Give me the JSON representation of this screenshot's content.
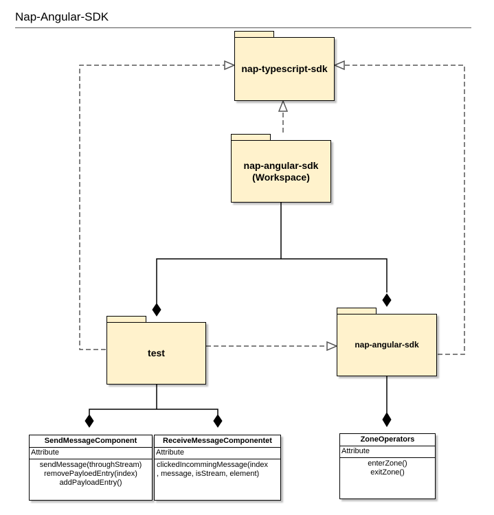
{
  "title": "Nap-Angular-SDK",
  "packages": {
    "typescript_sdk": {
      "label": "nap-typescript-sdk"
    },
    "angular_workspace": {
      "label": "nap-angular-sdk\n(Workspace)"
    },
    "test": {
      "label": "test"
    },
    "angular_sdk": {
      "label": "nap-angular-sdk"
    }
  },
  "classes": {
    "send_message": {
      "name": "SendMessageComponent",
      "attribute_label": "Attribute",
      "operations": [
        "sendMessage(throughStream)",
        "removePayloedEntry(index)",
        "addPayloadEntry()"
      ]
    },
    "receive_message": {
      "name": "ReceiveMessageComponentet",
      "attribute_label": "Attribute",
      "operations": [
        "clickedIncommingMessage(index",
        ", message, isStream, element)"
      ]
    },
    "zone_operators": {
      "name": "ZoneOperators",
      "attribute_label": "Attribute",
      "operations": [
        "enterZone()",
        "exitZone()"
      ]
    }
  },
  "colors": {
    "package_fill": "#fff2cc",
    "line": "#000000",
    "dashed_line": "#555555"
  }
}
